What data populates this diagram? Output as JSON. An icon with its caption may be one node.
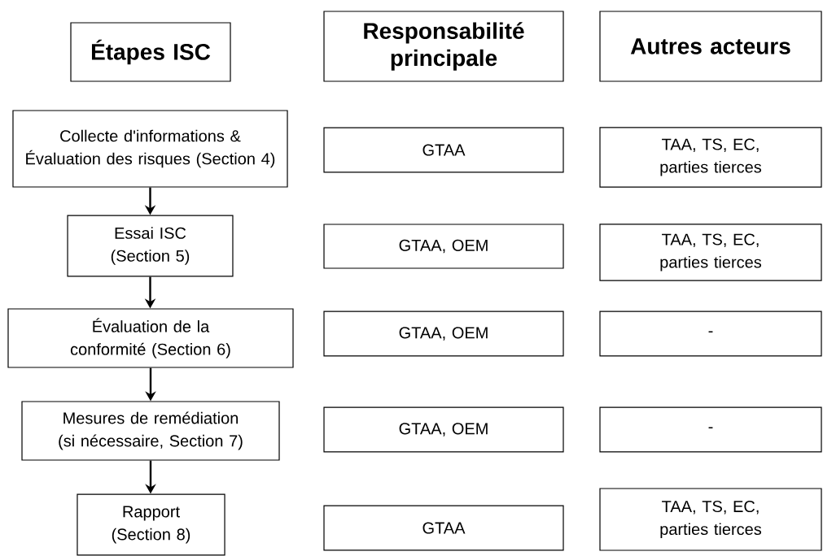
{
  "diagram": {
    "nodes": [
      {
        "text": [
          "Étapes ISC"
        ]
      },
      {
        "text": [
          "Responsabilité principale"
        ]
      },
      {
        "text": [
          "Autres acteurs"
        ]
      },
      {
        "text": [
          "Collecte d'informations & Évaluation des risques (Section 4)"
        ]
      },
      {
        "text": [
          "GTAA"
        ]
      },
      {
        "text": [
          "TAA, TS, EC, parties tierces"
        ]
      },
      {
        "text": [
          "Essai ISC (Section 5)"
        ]
      },
      {
        "text": [
          "GTAA, OEM"
        ]
      },
      {
        "text": [
          "TAA, TS, EC, parties tierces"
        ]
      },
      {
        "text": [
          "Évaluation de la conformité (Section 6)"
        ]
      },
      {
        "text": [
          "GTAA, OEM"
        ]
      },
      {
        "text": [
          "-"
        ]
      },
      {
        "text": [
          "Mesures de remédiation (si nécessaire, Section 7)"
        ]
      },
      {
        "text": [
          "GTAA, OEM"
        ]
      },
      {
        "text": [
          "-"
        ]
      },
      {
        "text": [
          "Rapport (Section 8)"
        ]
      },
      {
        "text": [
          "GTAA"
        ]
      },
      {
        "text": [
          "TAA, TS, EC, parties tierces"
        ]
      }
    ],
    "edges": [
      {
        "from": 3,
        "to": 6,
        "arrow": "to"
      },
      {
        "from": 6,
        "to": 9,
        "arrow": "to"
      },
      {
        "from": 9,
        "to": 12,
        "arrow": "to"
      },
      {
        "from": 12,
        "to": 15,
        "arrow": "to"
      }
    ]
  }
}
